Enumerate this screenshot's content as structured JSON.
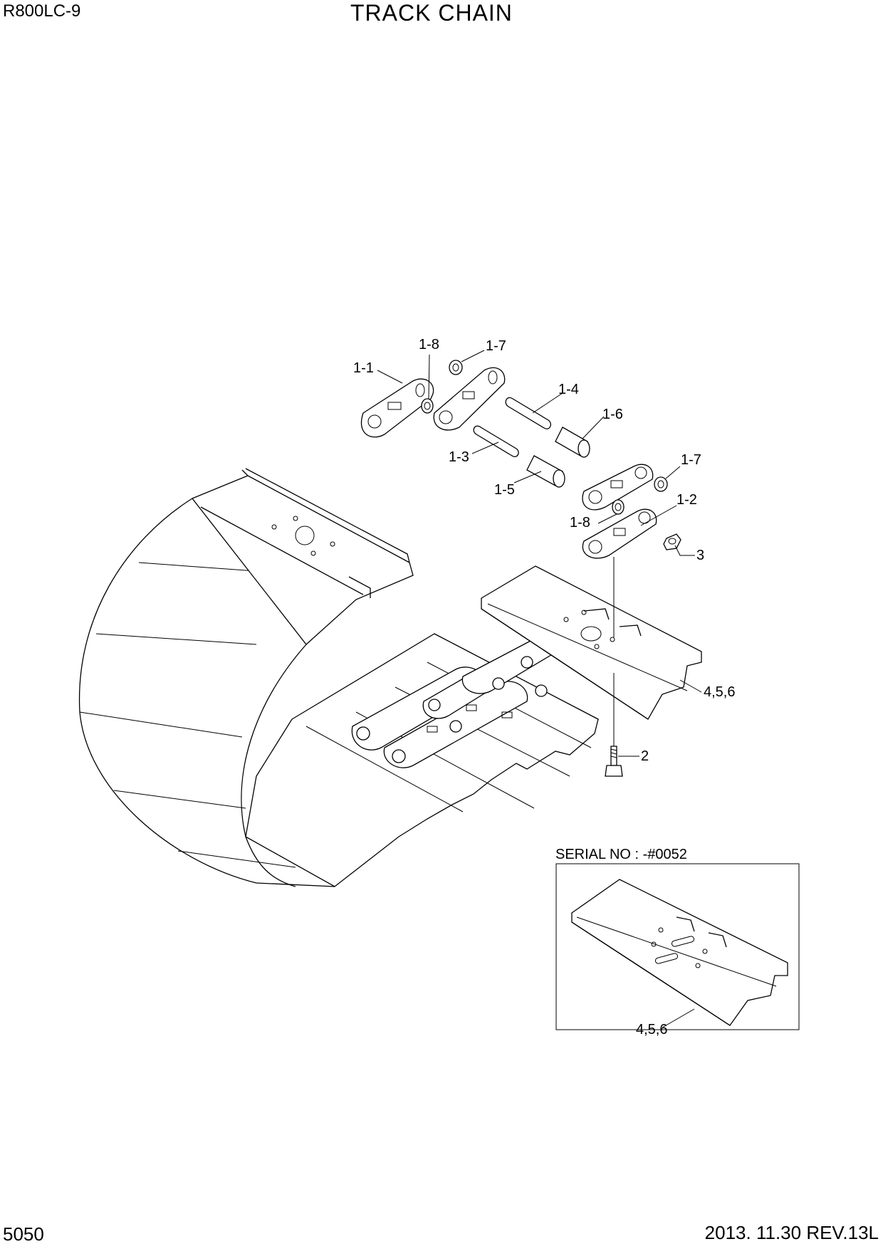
{
  "header": {
    "model": "R800LC-9",
    "title": "TRACK CHAIN"
  },
  "footer": {
    "page_number": "5050",
    "revision": "2013. 11.30  REV.13L"
  },
  "callouts": {
    "c_1_1": "1-1",
    "c_1_8_top": "1-8",
    "c_1_7_top": "1-7",
    "c_1_4": "1-4",
    "c_1_6": "1-6",
    "c_1_3": "1-3",
    "c_1_5": "1-5",
    "c_1_7_right": "1-7",
    "c_1_2": "1-2",
    "c_1_8_right": "1-8",
    "c_3": "3",
    "c_456_main": "4,5,6",
    "c_2": "2",
    "c_456_inset": "4,5,6"
  },
  "inset": {
    "serial_label": "SERIAL NO : -#0052"
  }
}
